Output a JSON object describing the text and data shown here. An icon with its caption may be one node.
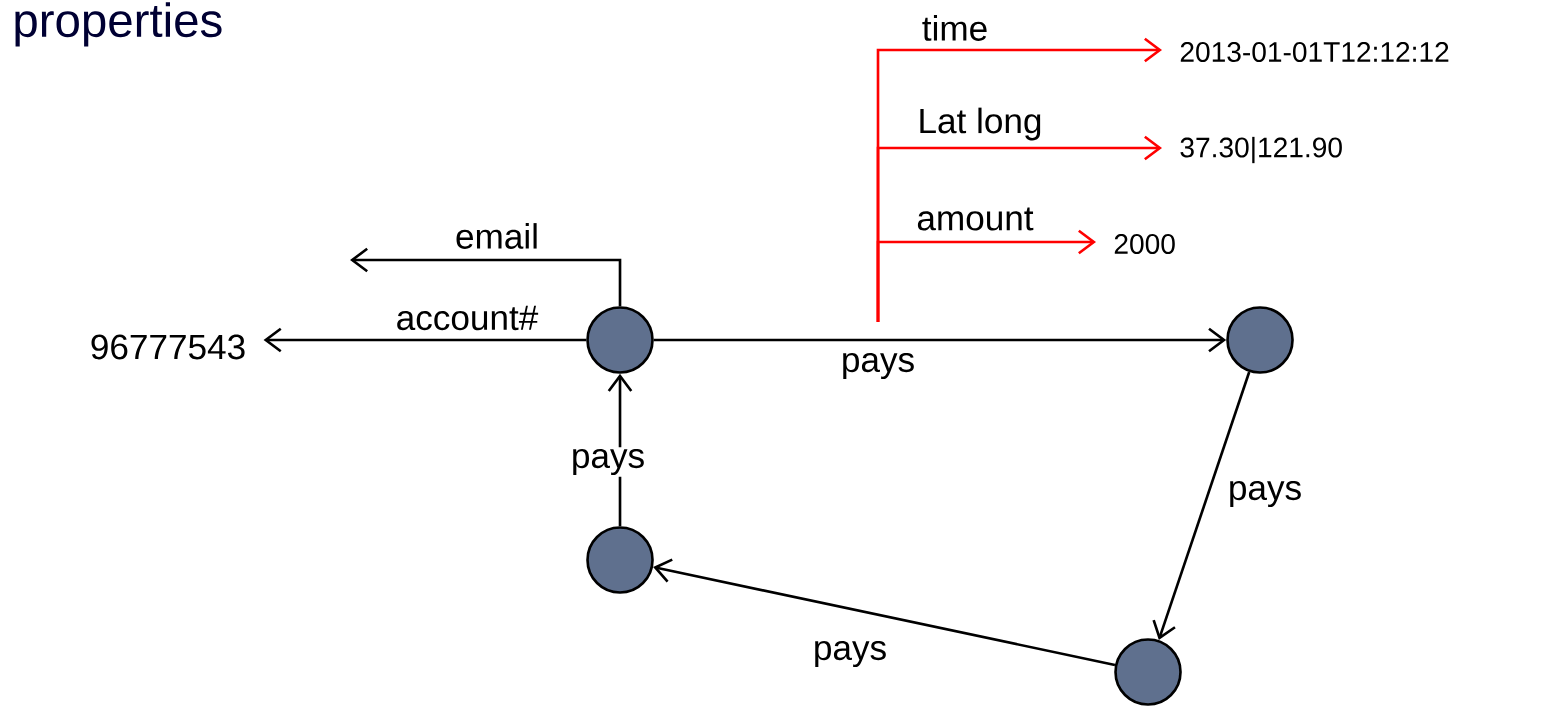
{
  "diagram": {
    "title": "properties",
    "nodes": [
      {
        "text": [
          "96777543"
        ]
      },
      {
        "text": [],
        "shape": "circle"
      },
      {
        "text": [],
        "shape": "circle"
      },
      {
        "text": [],
        "shape": "circle"
      },
      {
        "text": [],
        "shape": "circle"
      },
      {
        "text": [
          "2013-01-01T12:12:12"
        ]
      },
      {
        "text": [
          "37.30|121.90"
        ]
      },
      {
        "text": [
          "2000"
        ]
      }
    ],
    "edges": [
      {
        "from": 1,
        "to": null,
        "arrow": "to",
        "label": "email"
      },
      {
        "from": 1,
        "to": 0,
        "arrow": "to",
        "label": "account#"
      },
      {
        "from": 1,
        "to": 2,
        "arrow": "to",
        "label": "pays"
      },
      {
        "from": 2,
        "to": 3,
        "arrow": "to",
        "label": "pays"
      },
      {
        "from": 3,
        "to": 4,
        "arrow": "to",
        "label": "pays"
      },
      {
        "from": 4,
        "to": 1,
        "arrow": "to",
        "label": "pays"
      },
      {
        "from": null,
        "to": 5,
        "arrow": "to",
        "label": "time",
        "color": "#ff0000"
      },
      {
        "from": null,
        "to": 6,
        "arrow": "to",
        "label": "Lat long",
        "color": "#ff0000"
      },
      {
        "from": null,
        "to": 7,
        "arrow": "to",
        "label": "amount",
        "color": "#ff0000"
      }
    ]
  }
}
